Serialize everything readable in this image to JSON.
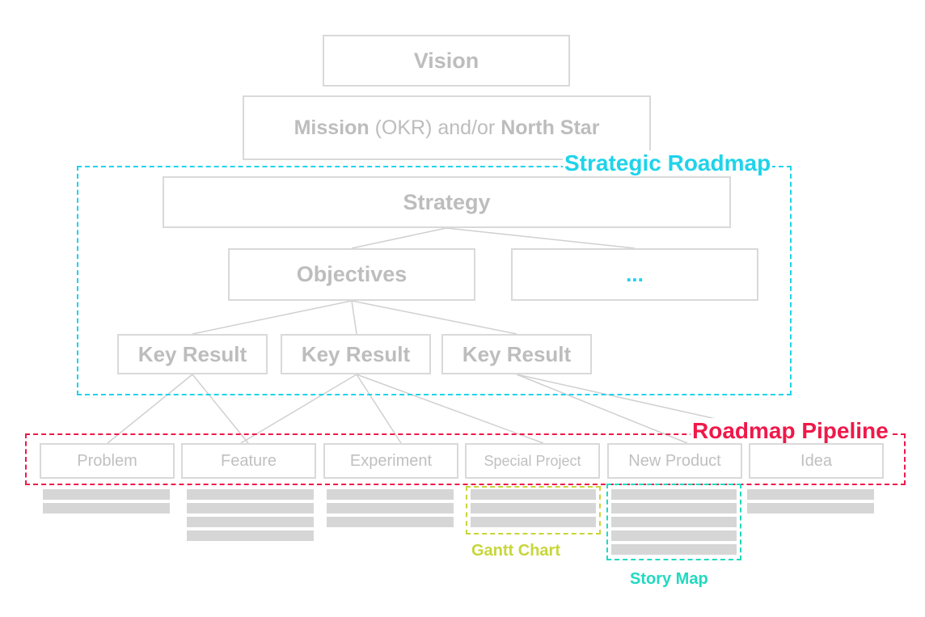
{
  "hierarchy": {
    "vision": "Vision",
    "mission": {
      "part1": "Mission",
      "part2": " (OKR) and/or ",
      "part3": "North Star"
    },
    "strategy": "Strategy",
    "objectives": "Objectives",
    "more": "...",
    "key_results": [
      "Key Result",
      "Key Result",
      "Key Result"
    ]
  },
  "pipeline": [
    "Problem",
    "Feature",
    "Experiment",
    "Special Project",
    "New Product",
    "Idea"
  ],
  "regions": {
    "strategic_roadmap": "Strategic Roadmap",
    "roadmap_pipeline": "Roadmap Pipeline",
    "gantt_chart": "Gantt Chart",
    "story_map": "Story Map"
  },
  "colors": {
    "strategic_roadmap": "#1fd3ea",
    "roadmap_pipeline": "#f0184a",
    "gantt_chart": "#c7d63a",
    "story_map": "#22d9c0",
    "box_border": "#d9d9d9",
    "box_text": "#bdbdbd",
    "bar": "#d6d6d6"
  }
}
